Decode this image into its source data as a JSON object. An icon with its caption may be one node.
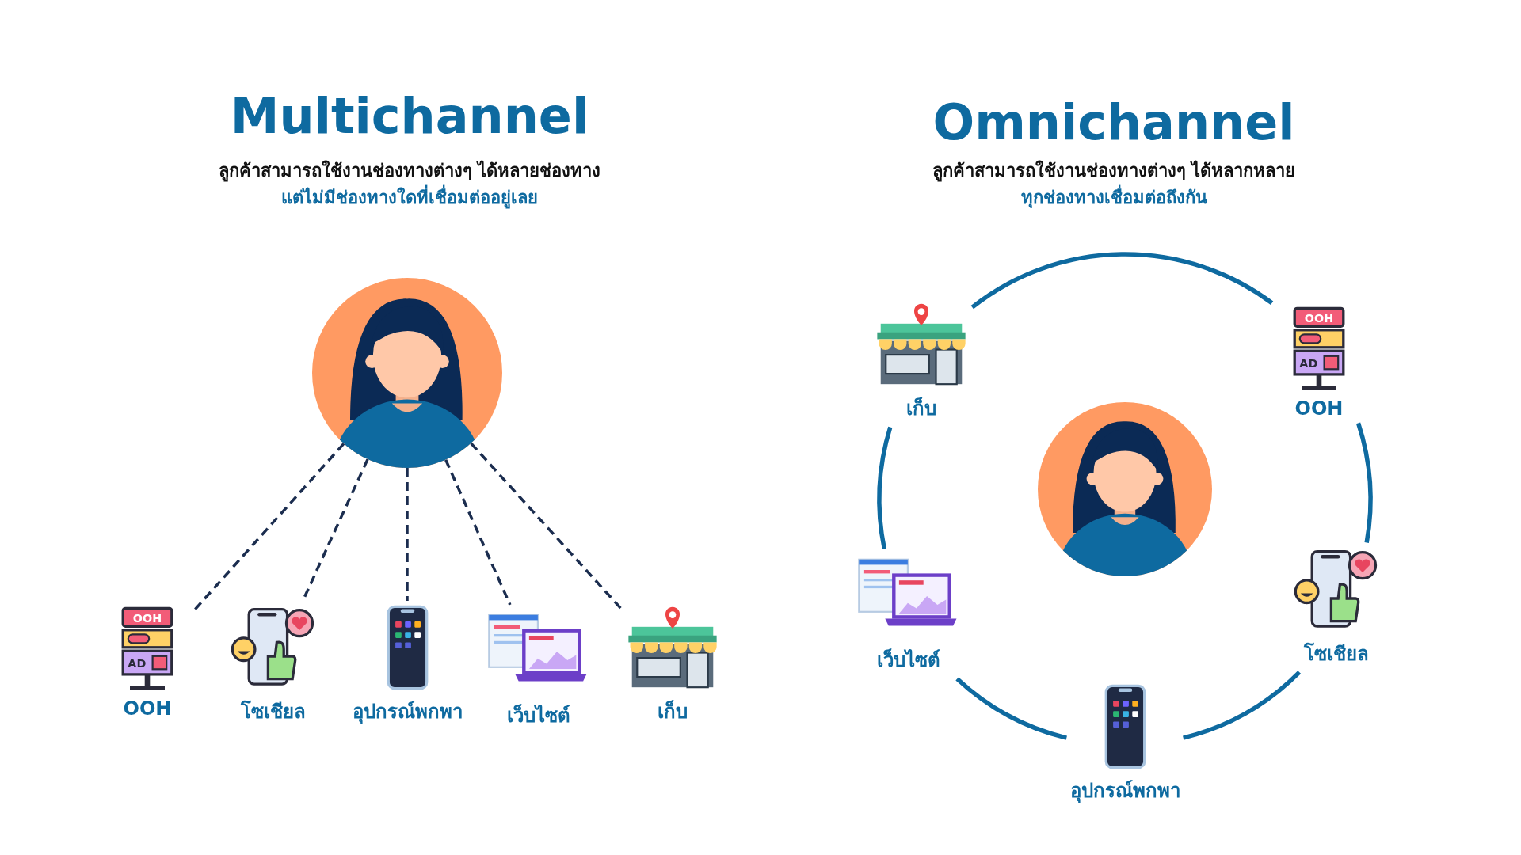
{
  "diagram": {
    "nodes": [
      {
        "text": [],
        "shape": "person"
      },
      {
        "text": [
          "OOH"
        ]
      },
      {
        "text": [
          "โซเชียล"
        ]
      },
      {
        "text": [
          "อุปกรณ์พกพา"
        ]
      },
      {
        "text": [
          "เว็บไซต์"
        ]
      },
      {
        "text": [
          "เก็บ"
        ]
      },
      {
        "text": [],
        "shape": "person"
      },
      {
        "text": [
          "เก็บ"
        ]
      },
      {
        "text": [
          "OOH"
        ]
      },
      {
        "text": [
          "โซเชียล"
        ]
      },
      {
        "text": [
          "อุปกรณ์พกพา"
        ]
      },
      {
        "text": [
          "เว็บไซต์"
        ]
      }
    ],
    "edges": [
      {
        "from": 0,
        "to": 1,
        "arrow": "none",
        "style": "dashed"
      },
      {
        "from": 0,
        "to": 2,
        "arrow": "none",
        "style": "dashed"
      },
      {
        "from": 0,
        "to": 3,
        "arrow": "none",
        "style": "dashed"
      },
      {
        "from": 0,
        "to": 4,
        "arrow": "none",
        "style": "dashed"
      },
      {
        "from": 0,
        "to": 5,
        "arrow": "none",
        "style": "dashed"
      },
      {
        "from": 7,
        "to": 8,
        "arrow": "none",
        "color": "#0e6aa0"
      },
      {
        "from": 8,
        "to": 9,
        "arrow": "none",
        "color": "#0e6aa0"
      },
      {
        "from": 9,
        "to": 10,
        "arrow": "none",
        "color": "#0e6aa0"
      },
      {
        "from": 10,
        "to": 11,
        "arrow": "none",
        "color": "#0e6aa0"
      },
      {
        "from": 11,
        "to": 7,
        "arrow": "none",
        "color": "#0e6aa0"
      }
    ],
    "labels": [
      "Multichannel",
      "ลูกค้าสามารถใช้งานช่องทางต่างๆ ได้หลายช่องทาง",
      "แต่ไม่มีช่องทางใดที่เชื่อมต่ออยู่เลย",
      "Omnichannel",
      "ลูกค้าสามารถใช้งานช่องทางต่างๆ ได้หลากหลาย",
      "ทุกช่องทางเชื่อมต่อถึงกัน",
      "OOH",
      "AD",
      "OOH",
      "AD"
    ]
  }
}
